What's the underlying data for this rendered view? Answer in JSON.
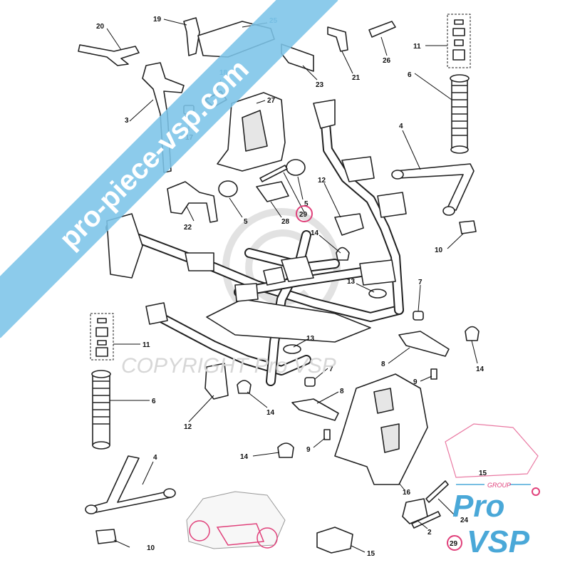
{
  "watermarks": {
    "banner_text": "pro-piece-vsp.com",
    "copyright_text": "COPYRIGHT Pro VSP",
    "banner_color": "#7cc4e8"
  },
  "logo": {
    "group_text": "GROUP",
    "pro_text": "Pro",
    "vsp_text": "VSP",
    "primary_color": "#4aa8d8",
    "accent_color": "#e0407a"
  },
  "highlight_color": "#e0407a",
  "callouts": [
    {
      "id": "20",
      "label": "20"
    },
    {
      "id": "19",
      "label": "19"
    },
    {
      "id": "25",
      "label": "25"
    },
    {
      "id": "18",
      "label": "18"
    },
    {
      "id": "17",
      "label": "17"
    },
    {
      "id": "3",
      "label": "3"
    },
    {
      "id": "22",
      "label": "22"
    },
    {
      "id": "27",
      "label": "27"
    },
    {
      "id": "5a",
      "label": "5"
    },
    {
      "id": "5b",
      "label": "5"
    },
    {
      "id": "28",
      "label": "28"
    },
    {
      "id": "29",
      "label": "29"
    },
    {
      "id": "23",
      "label": "23"
    },
    {
      "id": "21",
      "label": "21"
    },
    {
      "id": "26",
      "label": "26"
    },
    {
      "id": "11a",
      "label": "11"
    },
    {
      "id": "6a",
      "label": "6"
    },
    {
      "id": "4a",
      "label": "4"
    },
    {
      "id": "12a",
      "label": "12"
    },
    {
      "id": "14a",
      "label": "14"
    },
    {
      "id": "10a",
      "label": "10"
    },
    {
      "id": "13a",
      "label": "13"
    },
    {
      "id": "7a",
      "label": "7"
    },
    {
      "id": "11b",
      "label": "11"
    },
    {
      "id": "6b",
      "label": "6"
    },
    {
      "id": "13b",
      "label": "13"
    },
    {
      "id": "8a",
      "label": "8"
    },
    {
      "id": "14b",
      "label": "14"
    },
    {
      "id": "7b",
      "label": "7"
    },
    {
      "id": "9a",
      "label": "9"
    },
    {
      "id": "12b",
      "label": "12"
    },
    {
      "id": "14c",
      "label": "14"
    },
    {
      "id": "8b",
      "label": "8"
    },
    {
      "id": "14d",
      "label": "14"
    },
    {
      "id": "9b",
      "label": "9"
    },
    {
      "id": "4b",
      "label": "4"
    },
    {
      "id": "16",
      "label": "16"
    },
    {
      "id": "15a",
      "label": "15"
    },
    {
      "id": "24",
      "label": "24"
    },
    {
      "id": "2",
      "label": "2"
    },
    {
      "id": "10b",
      "label": "10"
    },
    {
      "id": "15b",
      "label": "15"
    },
    {
      "id": "29b",
      "label": "29"
    }
  ]
}
